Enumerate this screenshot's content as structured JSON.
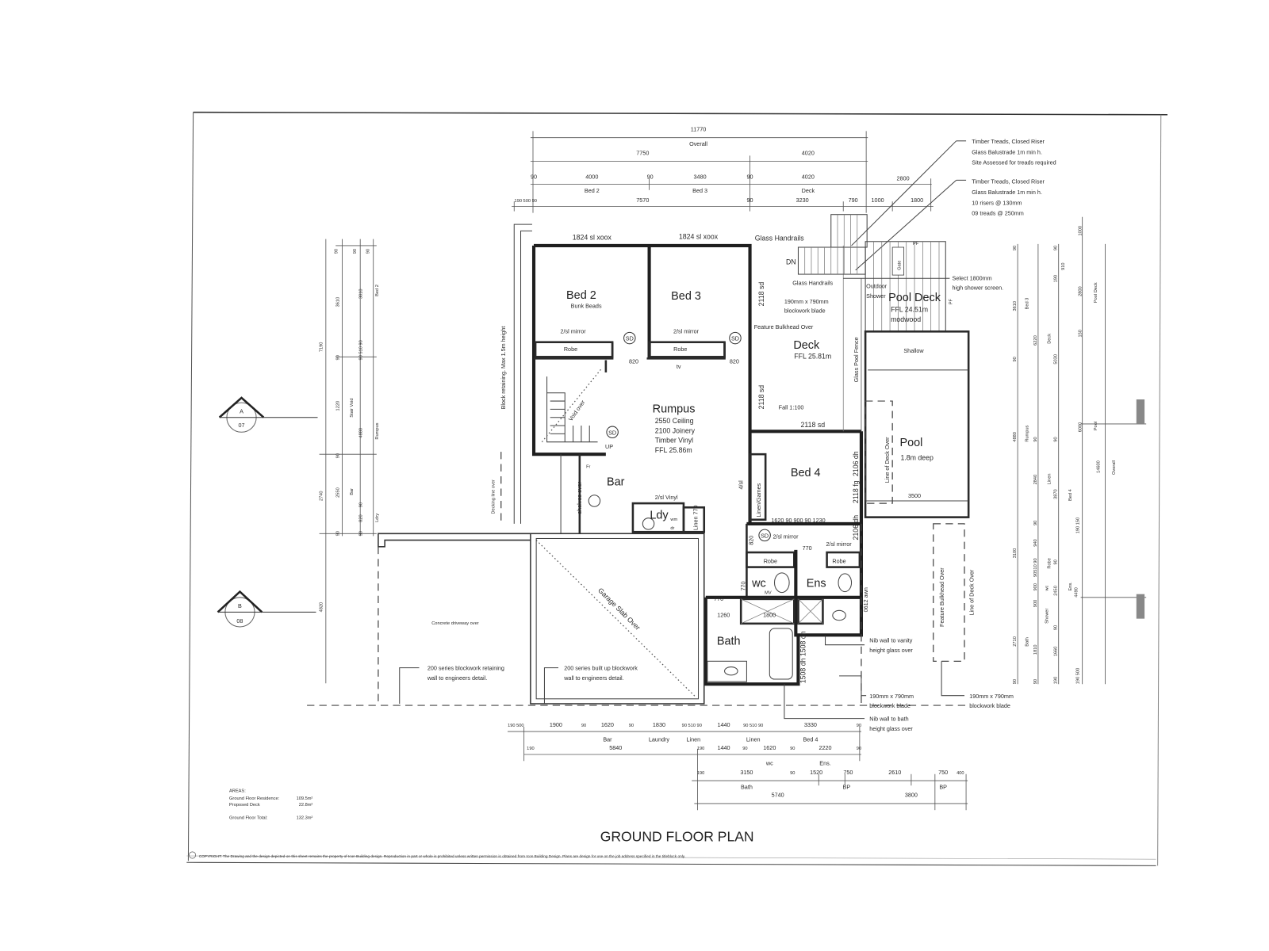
{
  "title": "GROUND FLOOR PLAN",
  "copyright": "COPYRIGHT: The Drawing and the design depicted on this sheet remains the property of Icon Building design. Reproduction in part or whole is prohibited unless written permission is obtained from Icon Building Design. Plans are design for use on the job address specified in the titleblock only.",
  "areas": {
    "heading": "AREAS:",
    "rows": [
      {
        "label": "Ground Floor Residence:",
        "value": "109.5m²"
      },
      {
        "label": "Proposed Deck",
        "value": "22.8m²"
      },
      {
        "label": "Ground Floor Total:",
        "value": "132.3m²"
      }
    ]
  },
  "sections": [
    {
      "letter": "A",
      "sheet": "07"
    },
    {
      "letter": "B",
      "sheet": "08"
    }
  ],
  "rooms": {
    "bed2": {
      "name": "Bed 2",
      "note": "Bunk Beads"
    },
    "bed3": {
      "name": "Bed 3"
    },
    "rumpus": {
      "name": "Rumpus",
      "notes": [
        "2550 Ceiling",
        "2100 Joinery",
        "Timber Vinyl",
        "FFL 25.86m"
      ]
    },
    "deck": {
      "name": "Deck",
      "note": "FFL 25.81m"
    },
    "pool_deck": {
      "name": "Pool Deck",
      "notes": [
        "FFL 24.51m",
        "modwood"
      ]
    },
    "pool": {
      "name": "Pool",
      "note": "1.8m deep"
    },
    "bed4": {
      "name": "Bed 4"
    },
    "bar": {
      "name": "Bar"
    },
    "ldy": {
      "name": "Ldy"
    },
    "wc": {
      "name": "wc"
    },
    "ens": {
      "name": "Ens"
    },
    "bath": {
      "name": "Bath"
    }
  },
  "labels": {
    "window1": "1824 sl xoox",
    "window2": "1824 sl xoox",
    "glass_handrails_top": "Glass Handrails",
    "glass_handrails_lower": "Glass Handrails",
    "dn": "DN",
    "mirror_bed2": "2/sl mirror",
    "mirror_bed3": "2/sl mirror",
    "robe_bed2": "Robe",
    "robe_bed3": "Robe",
    "robe_bed4": "Robe",
    "robe_ens": "Robe",
    "sd": "SD",
    "door_820_a": "820",
    "door_820_b": "820",
    "door_820_c": "820",
    "tv": "tv",
    "void_over": "Void over",
    "up": "UP",
    "sd_2118_a": "2118 sd",
    "sd_2118_b": "2118 sd",
    "sd_2118_c": "2118 sd",
    "feature_bulkhead": "Feature Bulkhead Over",
    "blade_a": [
      "190mm x 790mm",
      "blockwork blade"
    ],
    "fall": "Fall 1:100",
    "glass_pool_fence": "Glass Pool Fence",
    "outdoor_shower": [
      "Outdoor",
      "Shower"
    ],
    "gate": "Gate",
    "pf": "PF",
    "shower_screen": [
      "Select 1800mm",
      "high shower screen."
    ],
    "shallow": "Shallow",
    "line_deck_over": "Line of Deck Over",
    "pool_3500": "3500",
    "sl4": "4/sl",
    "linen_games": "Linen/Games",
    "dh_2106_a": "2106 dh",
    "fg_2118": "2118 fg",
    "dh_2106_b": "2106 dh",
    "bed4_robe_dims": "1620   90   900   90   1230",
    "mirror_bed4": "2/sl mirror",
    "mirror_ens": "2/sl mirror",
    "door_770_a": "770",
    "door_770_b": "770",
    "door_770_c": "770",
    "mv": "MV",
    "awn": "0612 awn",
    "shower_1260": "1260",
    "shower_1800": "1800",
    "bath_dh": "1508 dh 1508 dh",
    "vinyl": "2/sl Vinyl",
    "wm": "wm",
    "dr": "dr",
    "linen_770": "Linen 770",
    "shelves_over": "shelves over",
    "fr": "Fr",
    "block_retaining": "Block retaining. Max 1.5m height",
    "decking_line": "Decking line over",
    "driveway": "Concrete driveway over",
    "garage_slab": "Garage Slab Over",
    "retaining_note": [
      "200 series blockwork retaining",
      "wall to engineers detail."
    ],
    "builtup_note": [
      "200 series built up blockwork",
      "wall to engineers detail."
    ],
    "bulkhead_over_vert": "Feature Bulkhead Over",
    "line_deck_over_2": "Line of Deck Over",
    "nib_vanity": [
      "Nib wall to vanity",
      "height glass over"
    ],
    "blade_b": [
      "190mm x 790mm",
      "blockwork blade"
    ],
    "nib_bath": [
      "Nib wall to bath",
      "height glass over"
    ],
    "blade_c": [
      "190mm x 790mm",
      "blockwork blade"
    ],
    "stair_note_1": [
      "Timber Treads, Closed Riser",
      "Glass Balustrade 1m min h.",
      "Site Assessed for treads required"
    ],
    "stair_note_2": [
      "Timber Treads, Closed Riser",
      "Glass Balustrade 1m min h.",
      "10 risers @ 130mm",
      "09 treads @ 250mm"
    ]
  },
  "dimensions": {
    "top": {
      "row1": [
        "11770",
        "Overall"
      ],
      "row2": [
        "7750",
        "4020"
      ],
      "row3": [
        "90",
        "4000",
        "Bed 2",
        "90",
        "3480",
        "Bed 3",
        "90",
        "4020",
        "Deck",
        "2800"
      ],
      "row4": [
        "190 500 90",
        "7570",
        "90",
        "3230",
        "790",
        "1000",
        "1800"
      ]
    },
    "bottom": {
      "row1": [
        "190 500",
        "1900",
        "90",
        "1620",
        "Bar",
        "90",
        "1830",
        "Laundry",
        "90 510 90",
        "Linen",
        "1440",
        "90 510 90",
        "Linen",
        "3330",
        "Bed 4",
        "90"
      ],
      "row2": [
        "190",
        "5840",
        "190",
        "1440",
        "90",
        "1620",
        "wc",
        "90",
        "2220",
        "Ens.",
        "90"
      ],
      "row3": [
        "190",
        "3150",
        "Bath",
        "90",
        "1520",
        "750",
        "BP",
        "2610",
        "750",
        "BP",
        "400"
      ],
      "row4": [
        "5740",
        "3800"
      ]
    },
    "left": [
      "90",
      "90",
      "90",
      "3610",
      "3010",
      "Bed 2",
      "7190",
      "90",
      "90 510 90",
      "1220",
      "Stair Void",
      "4880",
      "Rumpus",
      "90",
      "2740",
      "2550",
      "Bar",
      "90",
      "820",
      "Ldry",
      "90",
      "90",
      "4820"
    ],
    "right": [
      "1000",
      "90",
      "90",
      "910",
      "190",
      "3610",
      "Bed 3",
      "2800",
      "Pool Deck",
      "90",
      "6220",
      "Deck",
      "5030",
      "150",
      "4880",
      "Rumpus",
      "90",
      "90",
      "6000",
      "Pool",
      "2840",
      "Linen",
      "3870",
      "Bed 4",
      "14600",
      "Overall",
      "3100",
      "90",
      "940",
      "190 150",
      "90510 90",
      "Robe",
      "900",
      "wc",
      "90",
      "2450",
      "Ens.",
      "4490",
      "900",
      "Shower",
      "90",
      "2710",
      "Bath",
      "1810",
      "1660",
      "90",
      "90",
      "190",
      "190 500"
    ]
  }
}
